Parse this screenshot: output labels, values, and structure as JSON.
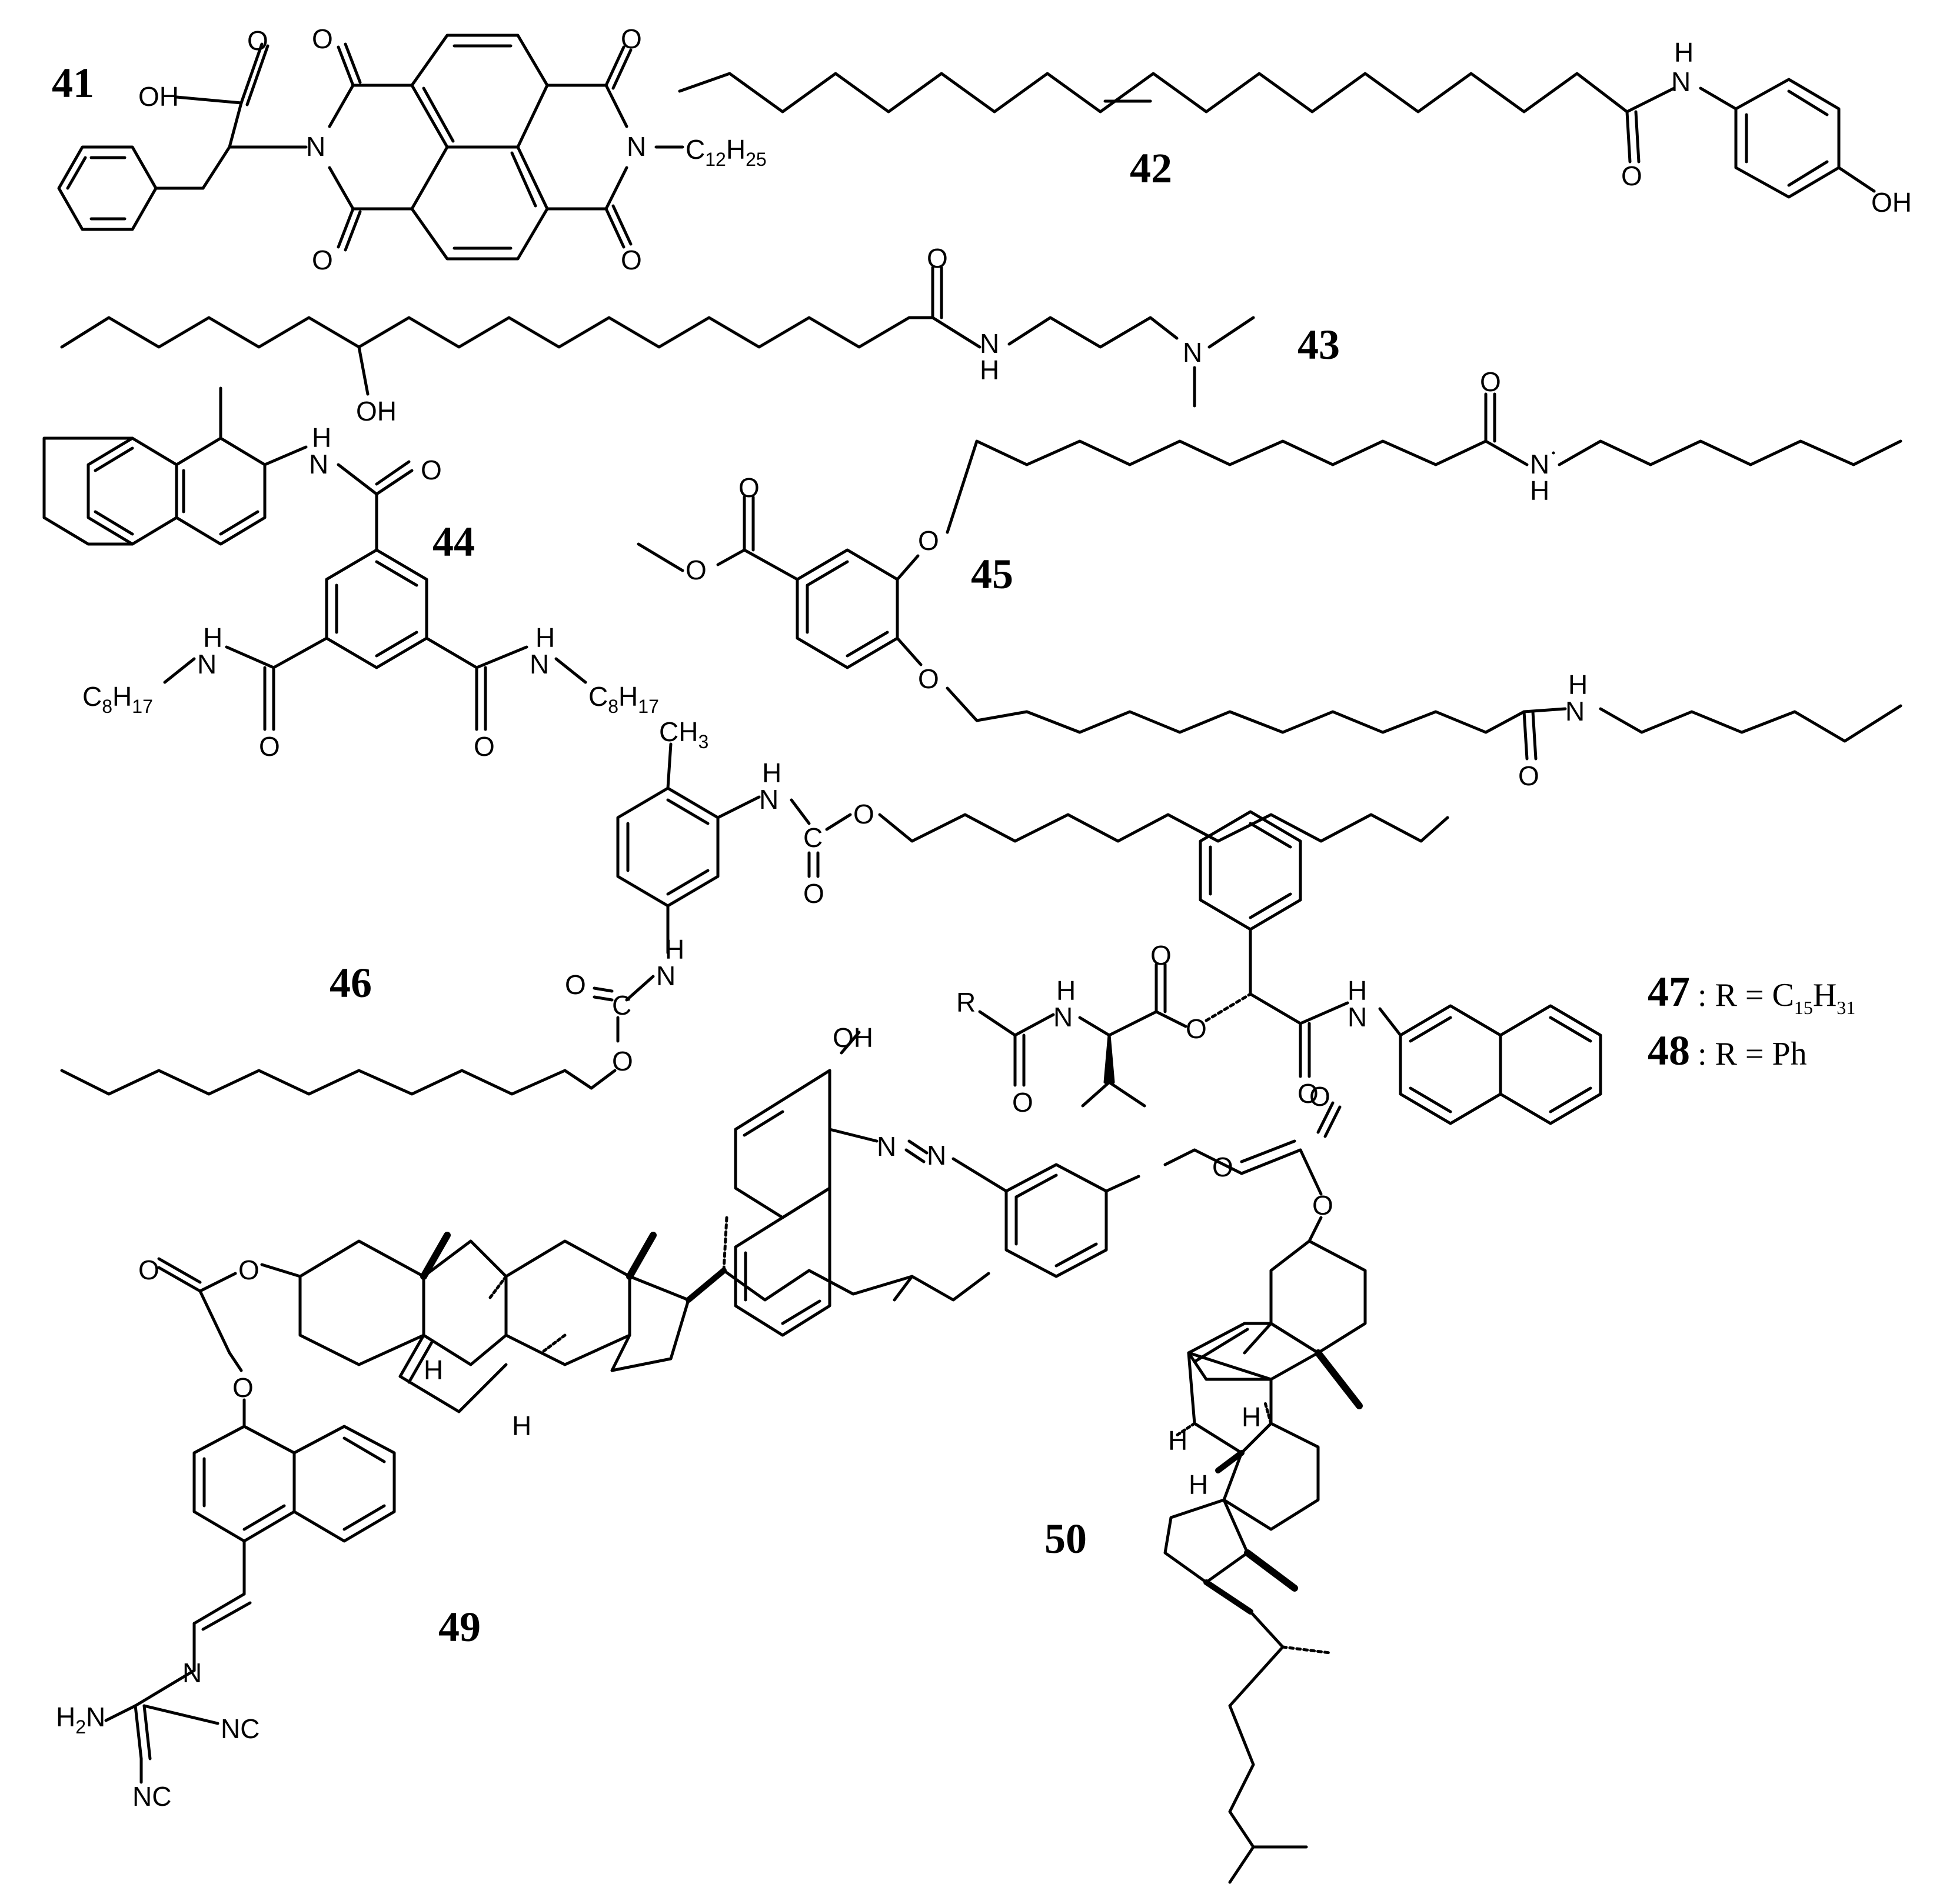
{
  "figure": {
    "compounds": [
      {
        "id": "c41",
        "number": "41",
        "labels": [
          "OH",
          "O",
          "O",
          "O",
          "O",
          "O",
          "N",
          "N",
          "C",
          "12",
          "H",
          "25"
        ]
      },
      {
        "id": "c42",
        "number": "42",
        "labels": [
          "H",
          "N",
          "O",
          "OH"
        ]
      },
      {
        "id": "c43",
        "number": "43",
        "labels": [
          "O",
          "N",
          "H",
          "N",
          "OH"
        ]
      },
      {
        "id": "c44",
        "number": "44",
        "labels": [
          "H",
          "N",
          "O",
          "H",
          "N",
          "C",
          "8",
          "H",
          "17",
          "H",
          "N",
          "C",
          "8",
          "H",
          "17",
          "O",
          "O"
        ]
      },
      {
        "id": "c45",
        "number": "45",
        "labels": [
          "O",
          "O",
          "O",
          "O",
          "O",
          "N",
          "H",
          "H",
          "N",
          "O"
        ]
      },
      {
        "id": "c46",
        "number": "46",
        "labels": [
          "CH",
          "3",
          "H",
          "N",
          "C",
          "O",
          "O",
          "H",
          "N",
          "O",
          "C",
          "O"
        ]
      },
      {
        "id": "c4748",
        "number": "",
        "labels": [
          "R",
          "H",
          "N",
          "O",
          "O",
          "O",
          "H",
          "N",
          "O"
        ]
      },
      {
        "id": "c49",
        "number": "49",
        "labels": [
          "O",
          "O",
          "O",
          "H",
          "H",
          "N",
          "H",
          "2",
          "N",
          "NC",
          "NC"
        ]
      },
      {
        "id": "c50",
        "number": "50",
        "labels": [
          "OH",
          "N",
          "N",
          "O",
          "O",
          "O",
          "H",
          "H",
          "H"
        ]
      }
    ],
    "r_definitions": [
      {
        "number": "47",
        "text": ": R = C",
        "sub1": "15",
        "mid": "H",
        "sub2": "31"
      },
      {
        "number": "48",
        "text": ": R = Ph",
        "sub1": "",
        "mid": "",
        "sub2": ""
      }
    ]
  }
}
